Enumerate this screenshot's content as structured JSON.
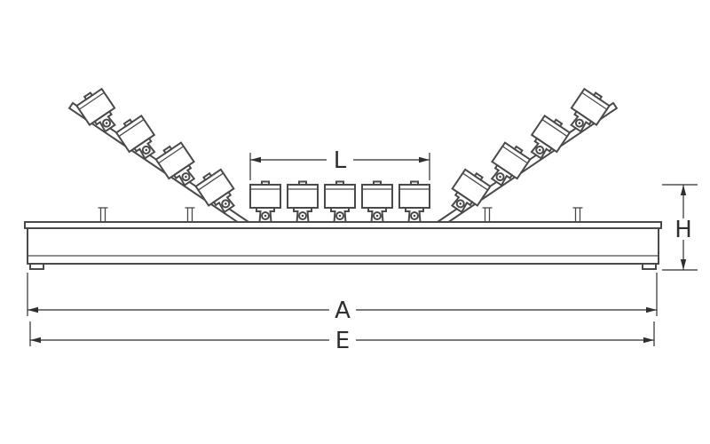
{
  "diagram": {
    "labels": {
      "center_span": "L",
      "inner_length": "A",
      "overall_length": "E",
      "height": "H"
    }
  },
  "colors": {
    "line": "#4a4a4a",
    "dim": "#2f2f2f",
    "background": "#ffffff"
  }
}
